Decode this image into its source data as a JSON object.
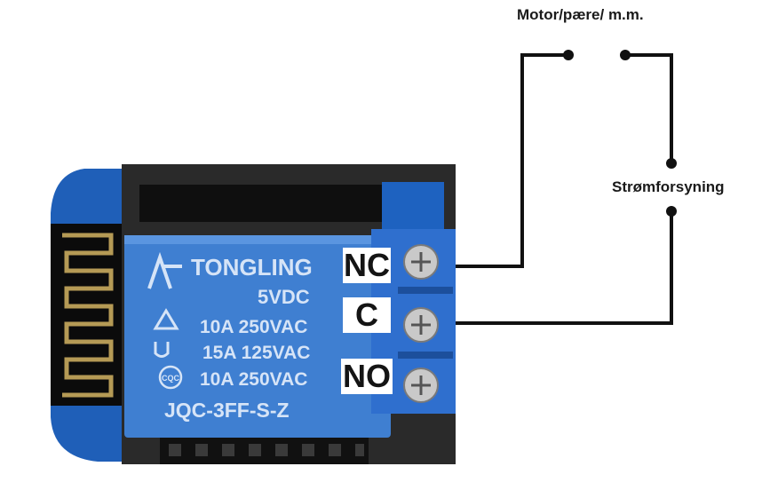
{
  "labels": {
    "load": "Motor/pære/ m.m.",
    "power_supply": "Strømforsyning"
  },
  "terminals": {
    "nc": "NC",
    "c": "C",
    "no": "NO"
  },
  "relay": {
    "brand": "TONGLING",
    "voltage": "5VDC",
    "rating_1": "10A 250VAC",
    "rating_2": "15A 125VAC",
    "rating_3": "10A 250VAC",
    "model": "JQC-3FF-S-Z",
    "cert_1": "CQC"
  },
  "colors": {
    "relay_blue": "#3f7fd1",
    "board_blue": "#1f5fb8",
    "wire": "#111111",
    "terminal_block": "#2f6fce"
  }
}
